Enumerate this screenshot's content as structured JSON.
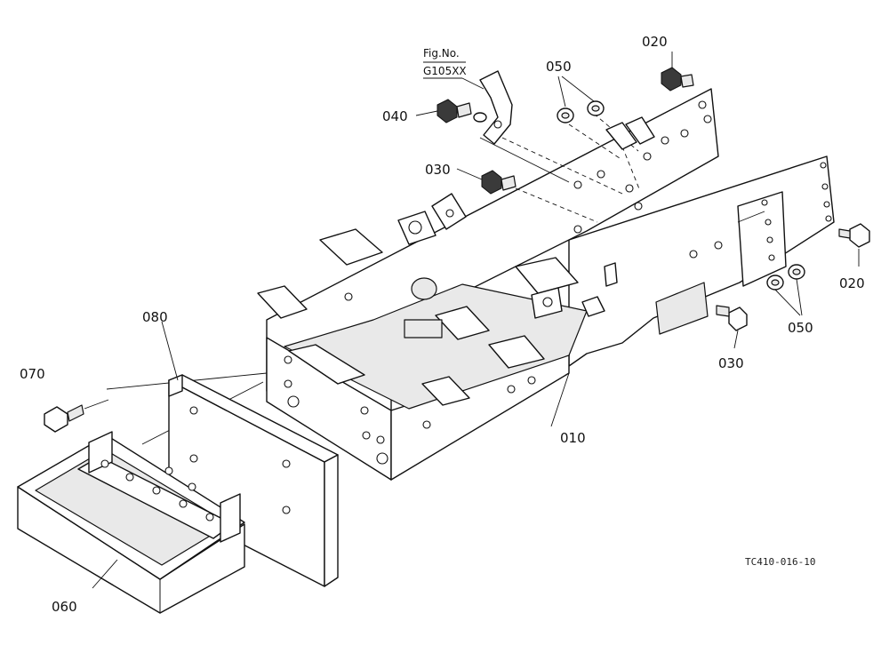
{
  "diagram": {
    "figure_ref": {
      "line1": "Fig.No.",
      "line2": "G105XX"
    },
    "drawing_code": "TC410-016-10",
    "callouts": [
      {
        "id": "c010",
        "text": "010"
      },
      {
        "id": "c020a",
        "text": "020"
      },
      {
        "id": "c020b",
        "text": "020"
      },
      {
        "id": "c030a",
        "text": "030"
      },
      {
        "id": "c030b",
        "text": "030"
      },
      {
        "id": "c040",
        "text": "040"
      },
      {
        "id": "c050a",
        "text": "050"
      },
      {
        "id": "c050b",
        "text": "050"
      },
      {
        "id": "c060",
        "text": "060"
      },
      {
        "id": "c070",
        "text": "070"
      },
      {
        "id": "c080",
        "text": "080"
      }
    ]
  }
}
